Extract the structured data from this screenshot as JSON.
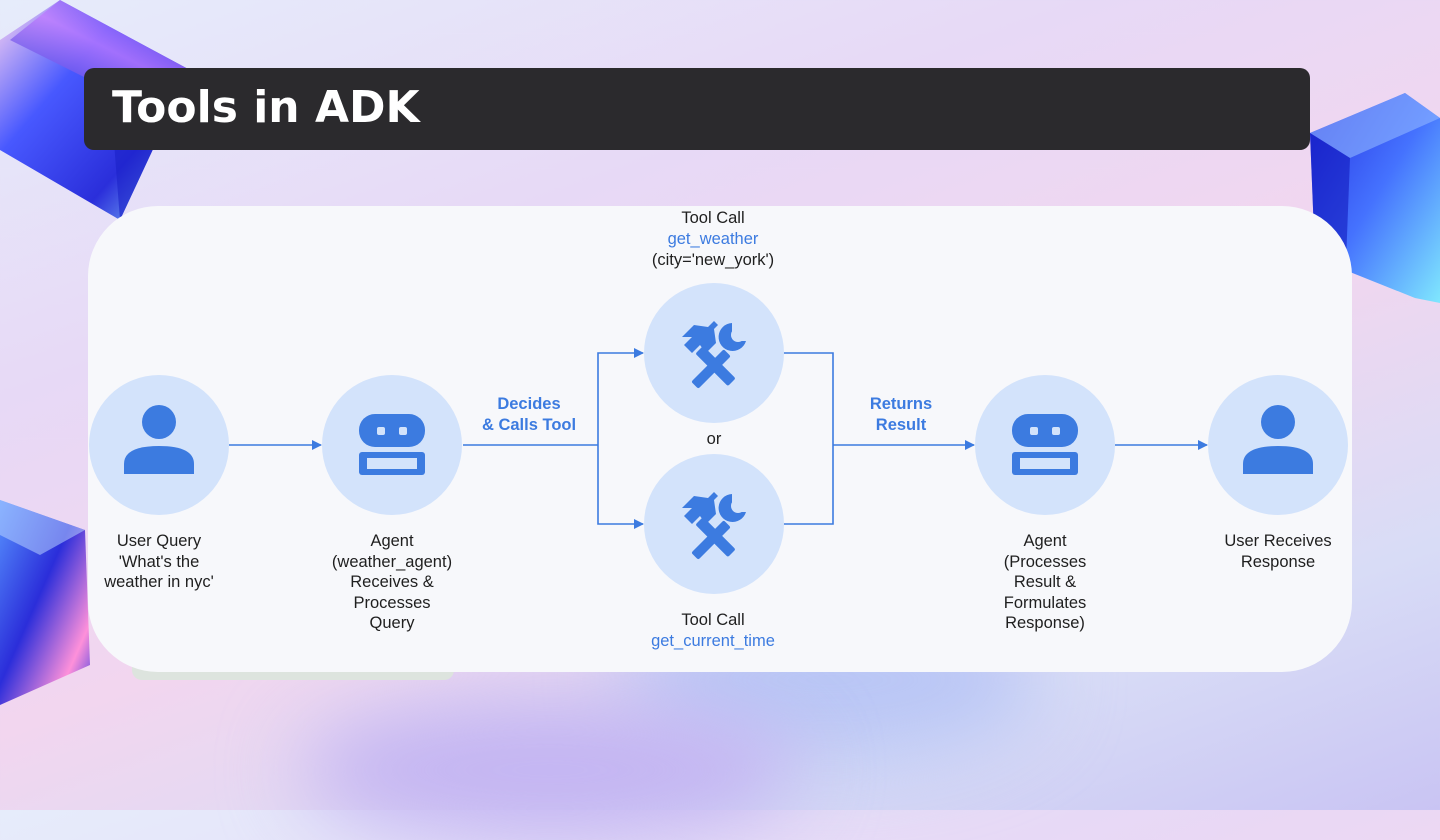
{
  "title": "Tools in ADK",
  "colors": {
    "accent": "#3c7be0",
    "node_fill": "#d3e3fb",
    "title_bar": "#2b2a2d",
    "card": "#f7f8fb"
  },
  "nodes": {
    "user_query": {
      "icon": "person-icon",
      "text": "User Query\n'What's the\nweather in nyc'"
    },
    "agent_in": {
      "icon": "robot-icon",
      "text": "Agent\n(weather_agent)\nReceives &\nProcesses\nQuery"
    },
    "tool_weather": {
      "icon": "tools-icon",
      "label": "Tool Call",
      "function": "get_weather",
      "args": "(city='new_york')"
    },
    "tool_time": {
      "icon": "tools-icon",
      "label": "Tool Call",
      "function": "get_current_time"
    },
    "agent_out": {
      "icon": "robot-icon",
      "text": "Agent\n(Processes\nResult &\nFormulates\nResponse)"
    },
    "user_receives": {
      "icon": "person-icon",
      "text": "User Receives\nResponse"
    }
  },
  "edges": {
    "decides": "Decides\n& Calls Tool",
    "returns": "Returns\nResult",
    "or": "or"
  }
}
